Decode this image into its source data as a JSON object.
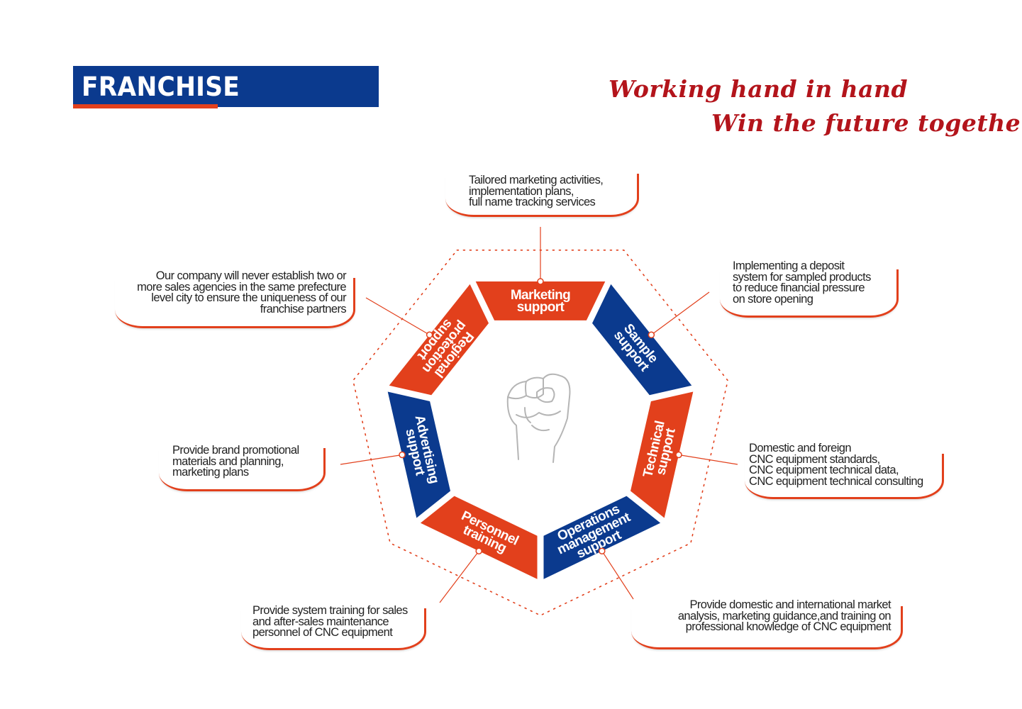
{
  "header": {
    "title": "FRANCHISE SUPPORT",
    "tagline_line1": "Working hand in hand",
    "tagline_line2": "Win the future together"
  },
  "colors": {
    "blue": "#0b3a8e",
    "red": "#e2401c",
    "tagline": "#b3141b",
    "fist": "#b5b5b5"
  },
  "center_icon": "fist-icon",
  "segments": [
    {
      "id": "marketing",
      "lines": [
        "Marketing",
        "support"
      ],
      "color": "#e2401c"
    },
    {
      "id": "sample",
      "lines": [
        "Sample",
        "support"
      ],
      "color": "#0b3a8e"
    },
    {
      "id": "technical",
      "lines": [
        "Technical",
        "support"
      ],
      "color": "#e2401c"
    },
    {
      "id": "operations",
      "lines": [
        "Operations",
        "management",
        "support"
      ],
      "color": "#0b3a8e"
    },
    {
      "id": "personnel",
      "lines": [
        "Personnel",
        "training"
      ],
      "color": "#e2401c"
    },
    {
      "id": "advertising",
      "lines": [
        "Advertising",
        "support"
      ],
      "color": "#0b3a8e"
    },
    {
      "id": "regional",
      "lines": [
        "Regional",
        "protection",
        "support"
      ],
      "color": "#e2401c"
    }
  ],
  "callouts": {
    "marketing": [
      "Tailored marketing activities,",
      "implementation plans,",
      "full name tracking services"
    ],
    "sample": [
      "Implementing a deposit",
      "system for sampled products",
      "to reduce financial pressure",
      "on store opening"
    ],
    "technical": [
      "Domestic and foreign",
      "CNC equipment standards,",
      "CNC equipment technical data,",
      "CNC equipment technical consulting"
    ],
    "operations": [
      "Provide domestic and international market",
      "analysis,  marketing guidance,and training on",
      "professional knowledge of CNC equipment"
    ],
    "personnel": [
      "Provide system training for sales",
      "and after-sales maintenance",
      "personnel of CNC equipment"
    ],
    "advertising": [
      "Provide brand promotional",
      "materials and planning,",
      "marketing plans"
    ],
    "regional": [
      "Our company will never establish two or",
      "more sales agencies in the same prefecture",
      "level city to ensure the uniqueness of our",
      "franchise partners"
    ]
  }
}
